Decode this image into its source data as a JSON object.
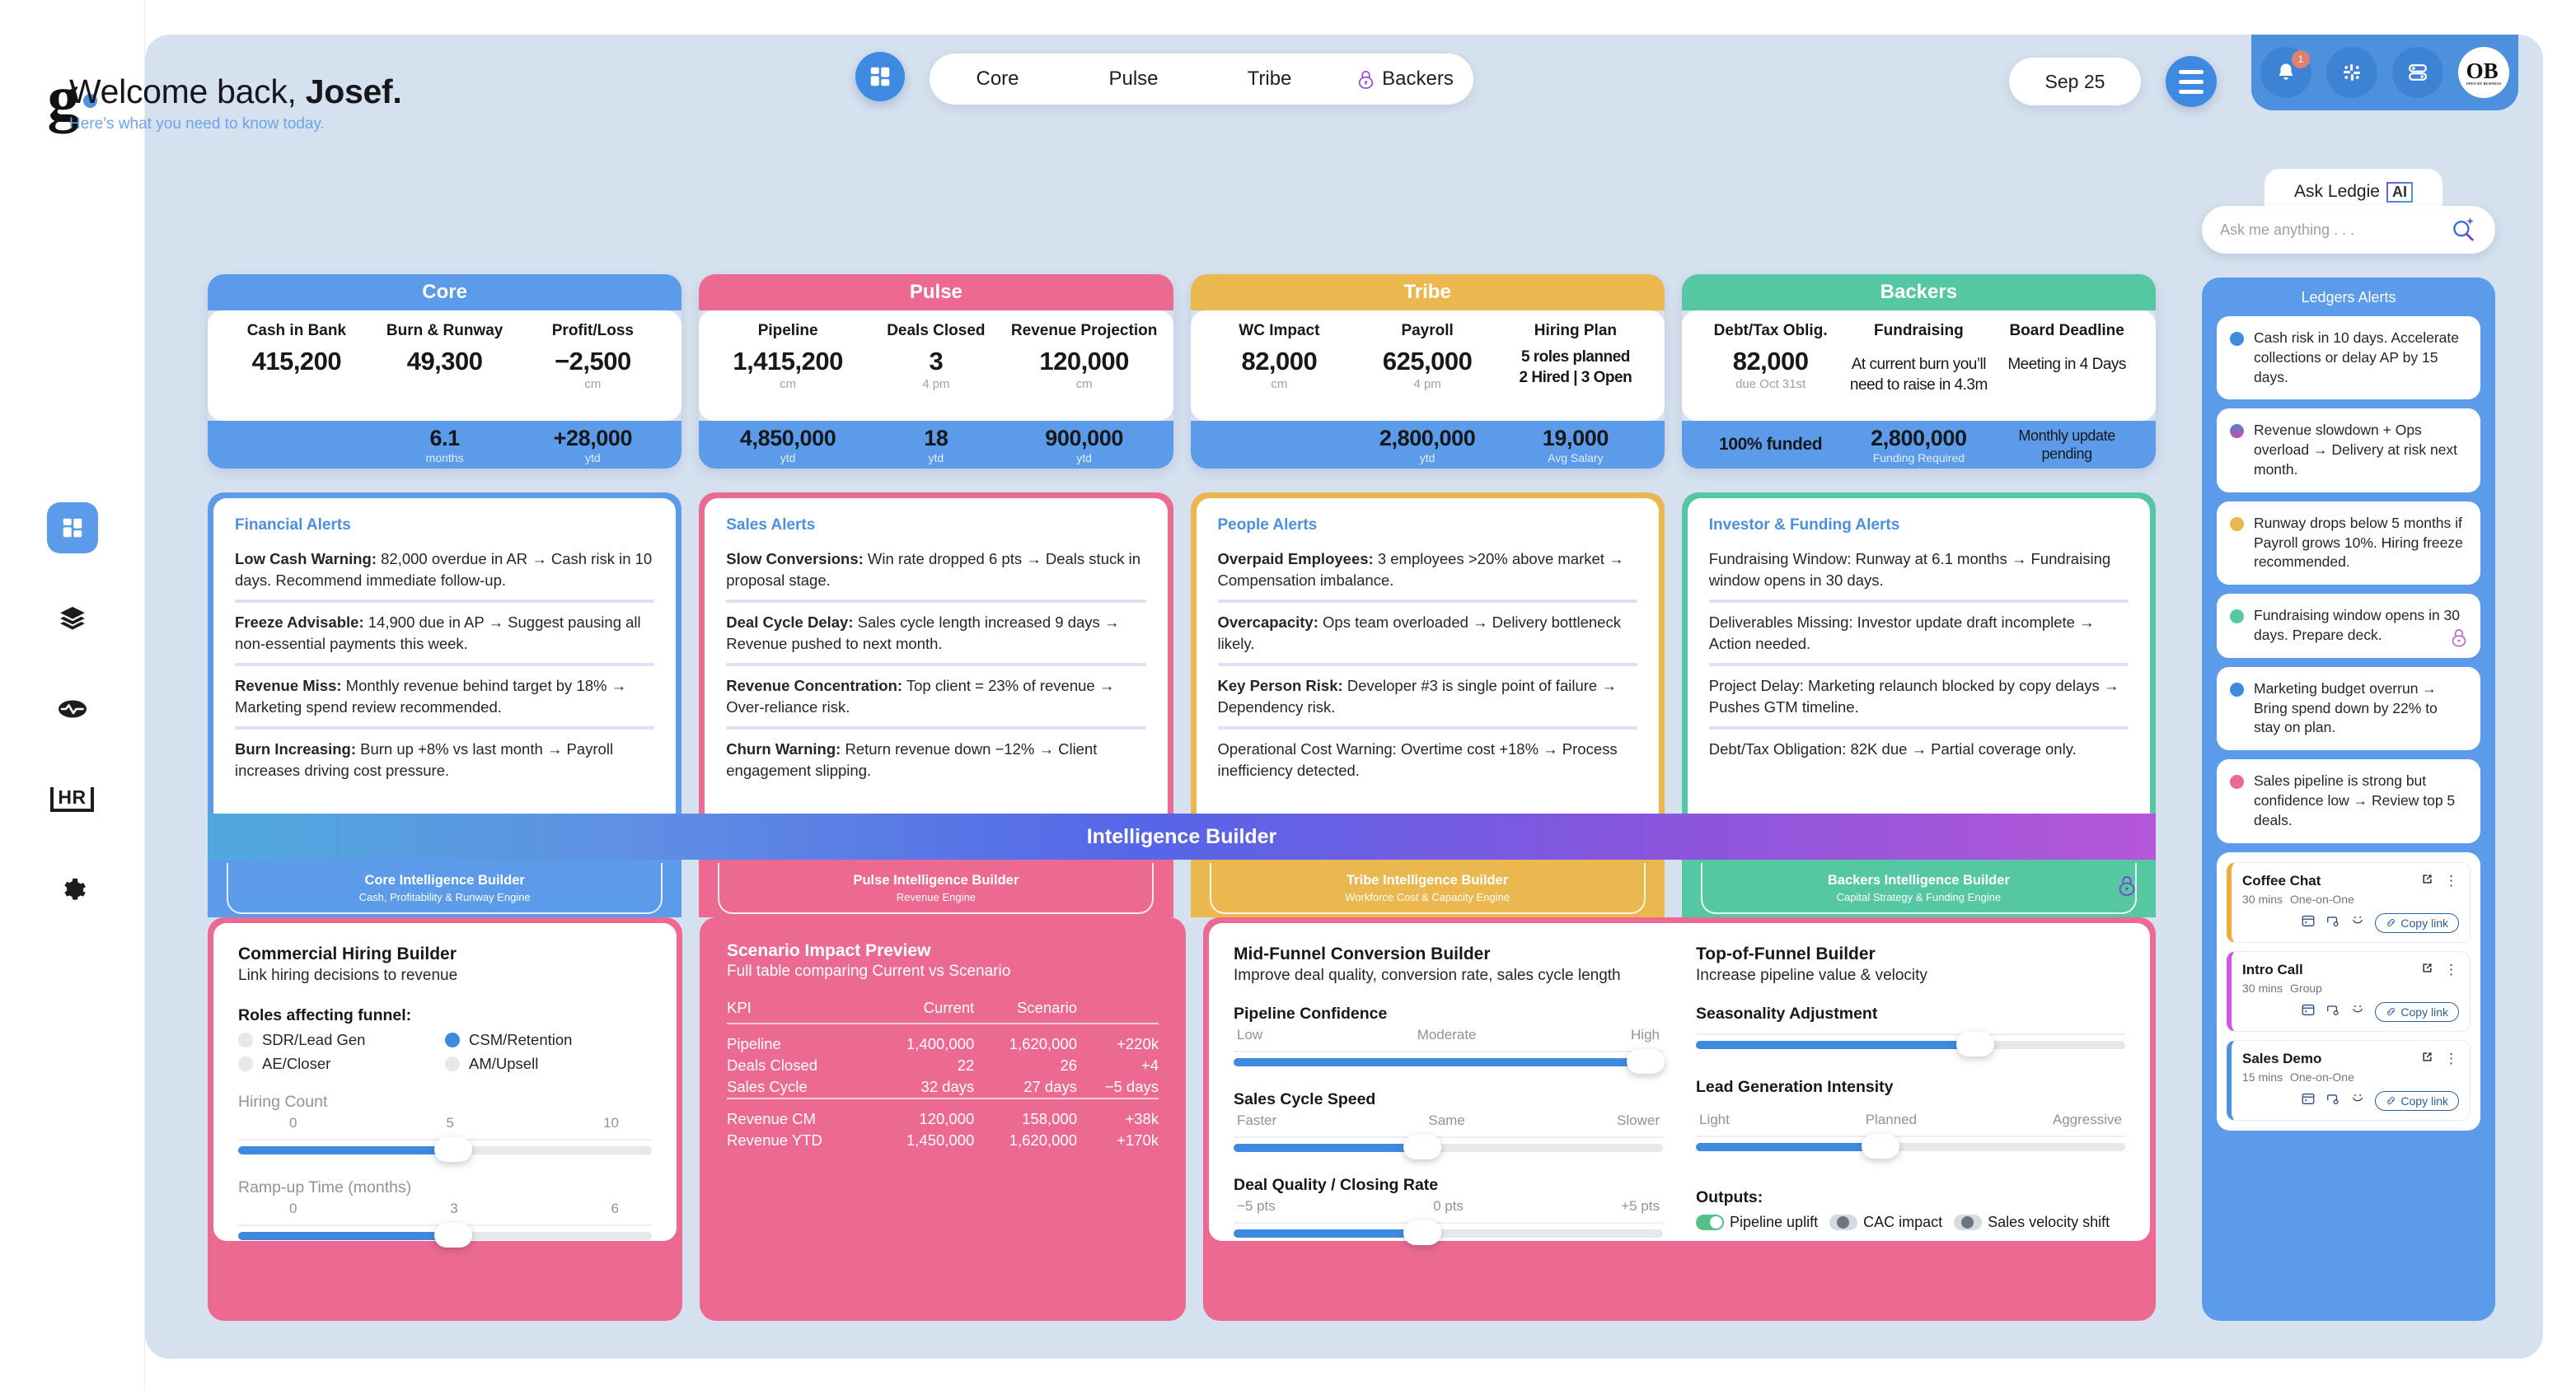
{
  "brand": {
    "logo_letter": "g"
  },
  "rail": {
    "items": [
      {
        "name": "dashboard",
        "icon": "grid-icon",
        "active": true
      },
      {
        "name": "layers",
        "icon": "layers-icon",
        "active": false
      },
      {
        "name": "activity",
        "icon": "activity-icon",
        "active": false
      },
      {
        "name": "hr",
        "icon": "hr-icon",
        "label": "HR",
        "active": false
      },
      {
        "name": "settings",
        "icon": "gear-icon",
        "active": false
      }
    ]
  },
  "header": {
    "welcome_prefix": "Welcome back, ",
    "welcome_name": "Josef.",
    "subtitle": "Here’s what you need to know today.",
    "nav": [
      {
        "label": "Core",
        "icon": null
      },
      {
        "label": "Pulse",
        "icon": null
      },
      {
        "label": "Tribe",
        "icon": null
      },
      {
        "label": "Backers",
        "icon": "lock-icon"
      }
    ],
    "date_label": "Sep 25",
    "utility": [
      {
        "name": "notifications",
        "icon": "bell-icon",
        "badge": "1"
      },
      {
        "name": "slack",
        "icon": "slack-icon",
        "badge": null
      },
      {
        "name": "toggles",
        "icon": "toggle-list-icon",
        "badge": null
      },
      {
        "name": "ob-logo",
        "icon": "ob-logo",
        "badge": null,
        "text": "OB",
        "subtext": "OPEN BY BUSINESS"
      }
    ]
  },
  "kpi_cards": [
    {
      "title": "Core",
      "header_color": "#5b9bea",
      "columns": [
        {
          "label": "Cash in Bank",
          "value": "415,200",
          "sub": "",
          "footer_value": "",
          "footer_sub": ""
        },
        {
          "label": "Burn & Runway",
          "value": "49,300",
          "sub": "",
          "footer_value": "6.1",
          "footer_sub": "months"
        },
        {
          "label": "Profit/Loss",
          "value": "−2,500",
          "sub": "cm",
          "footer_value": "+28,000",
          "footer_sub": "ytd"
        }
      ]
    },
    {
      "title": "Pulse",
      "header_color": "#ec6a92",
      "columns": [
        {
          "label": "Pipeline",
          "value": "1,415,200",
          "sub": "cm",
          "footer_value": "4,850,000",
          "footer_sub": "ytd"
        },
        {
          "label": "Deals Closed",
          "value": "3",
          "sub": "4 pm",
          "footer_value": "18",
          "footer_sub": "ytd"
        },
        {
          "label": "Revenue Projection",
          "value": "120,000",
          "sub": "cm",
          "footer_value": "900,000",
          "footer_sub": "ytd"
        }
      ]
    },
    {
      "title": "Tribe",
      "header_color": "#eab84f",
      "columns": [
        {
          "label": "WC Impact",
          "value": "82,000",
          "sub": "cm",
          "footer_value": "",
          "footer_sub": ""
        },
        {
          "label": "Payroll",
          "value": "625,000",
          "sub": "4 pm",
          "footer_value": "2,800,000",
          "footer_sub": "ytd"
        },
        {
          "label": "Hiring Plan",
          "value": "5 roles planned",
          "value2": "2 Hired | 3 Open",
          "sub": "",
          "footer_value": "19,000",
          "footer_sub": "Avg Salary"
        }
      ]
    },
    {
      "title": "Backers",
      "header_color": "#55c8a3",
      "columns": [
        {
          "label": "Debt/Tax Oblig.",
          "value": "82,000",
          "sub": "due Oct 31st",
          "footer_value": "100% funded",
          "footer_sub": ""
        },
        {
          "label": "Fundraising",
          "value": "At current burn you’ll",
          "value2": "need to raise in 4.3m",
          "sub": "",
          "footer_value": "2,800,000",
          "footer_sub": "Funding Required"
        },
        {
          "label": "Board Deadline",
          "value": "Meeting in 4 Days",
          "sub": "",
          "footer_value": "Monthly update pending",
          "footer_sub": ""
        }
      ]
    }
  ],
  "alert_panels": [
    {
      "title": "Financial Alerts",
      "frame_color": "#5b9bea",
      "items": [
        {
          "bold": "Low Cash Warning:",
          "text": " 82,000 overdue in AR → Cash risk in 10 days. Recommend immediate follow-up."
        },
        {
          "bold": "Freeze Advisable:",
          "text": " 14,900 due in AP → Suggest pausing all non-essential payments this week."
        },
        {
          "bold": "Revenue Miss:",
          "text": " Monthly revenue behind target by 18% → Marketing spend review recommended."
        },
        {
          "bold": "Burn Increasing:",
          "text": " Burn up +8% vs last month → Payroll increases driving cost pressure."
        }
      ]
    },
    {
      "title": "Sales Alerts",
      "frame_color": "#ec6a92",
      "items": [
        {
          "bold": "Slow Conversions:",
          "text": " Win rate dropped 6 pts → Deals stuck in proposal stage."
        },
        {
          "bold": "Deal Cycle Delay:",
          "text": " Sales cycle length increased 9 days → Revenue pushed to next month."
        },
        {
          "bold": "Revenue Concentration:",
          "text": " Top client = 23% of revenue → Over-reliance risk."
        },
        {
          "bold": "Churn Warning:",
          "text": " Return revenue down −12% → Client engagement slipping."
        }
      ]
    },
    {
      "title": "People Alerts",
      "frame_color": "#eab84f",
      "items": [
        {
          "bold": "Overpaid Employees:",
          "text": " 3 employees >20% above market → Compensation imbalance."
        },
        {
          "bold": "Overcapacity:",
          "text": " Ops team overloaded → Delivery bottleneck likely."
        },
        {
          "bold": "Key Person Risk:",
          "text": " Developer #3 is single point of failure → Dependency risk."
        },
        {
          "bold": "",
          "text": "Operational Cost Warning: Overtime cost +18% → Process inefficiency detected."
        }
      ]
    },
    {
      "title": "Investor & Funding Alerts",
      "frame_color": "#55c8a3",
      "items": [
        {
          "bold": "",
          "text": "Fundraising Window: Runway at 6.1 months → Fundraising window opens in 30 days."
        },
        {
          "bold": "",
          "text": "Deliverables Missing: Investor update draft incomplete → Action needed."
        },
        {
          "bold": "",
          "text": "Project Delay: Marketing relaunch blocked by copy delays → Pushes GTM timeline."
        },
        {
          "bold": "",
          "text": "Debt/Tax Obligation: 82K due → Partial coverage only."
        }
      ]
    }
  ],
  "intelligence": {
    "band_title": "Intelligence Builder",
    "chips": [
      {
        "title": "Core Intelligence Builder",
        "subtitle": "Cash, Profitability & Runway Engine",
        "locked": false
      },
      {
        "title": "Pulse Intelligence Builder",
        "subtitle": "Revenue Engine",
        "locked": false
      },
      {
        "title": "Tribe Intelligence Builder",
        "subtitle": "Workforce Cost & Capacity Engine",
        "locked": false
      },
      {
        "title": "Backers Intelligence Builder",
        "subtitle": "Capital Strategy & Funding Engine",
        "locked": true
      }
    ]
  },
  "builders": {
    "hiring": {
      "title": "Commercial Hiring Builder",
      "subtitle": "Link hiring decisions to revenue",
      "roles_label": "Roles affecting funnel:",
      "roles": [
        {
          "label": "SDR/Lead Gen",
          "selected": false
        },
        {
          "label": "CSM/Retention",
          "selected": true
        },
        {
          "label": "AE/Closer",
          "selected": false
        },
        {
          "label": "AM/Upsell",
          "selected": false
        }
      ],
      "sliders": [
        {
          "label": "Hiring Count",
          "label_note": "",
          "ticks": [
            "0",
            "5",
            "10"
          ],
          "value_pct": 52
        },
        {
          "label": "Ramp-up Time ",
          "label_note": "(months)",
          "ticks": [
            "0",
            "3",
            "6"
          ],
          "value_pct": 52
        }
      ]
    },
    "scenario": {
      "title": "Scenario Impact Preview",
      "subtitle": "Full table comparing Current vs Scenario",
      "headers": [
        "KPI",
        "Current",
        "Scenario",
        ""
      ],
      "group1": [
        {
          "kpi": "Pipeline",
          "current": "1,400,000",
          "scenario": "1,620,000",
          "delta": "+220k"
        },
        {
          "kpi": "Deals Closed",
          "current": "22",
          "scenario": "26",
          "delta": "+4"
        },
        {
          "kpi": "Sales Cycle",
          "current": "32 days",
          "scenario": "27 days",
          "delta": "−5 days"
        }
      ],
      "group2": [
        {
          "kpi": "Revenue CM",
          "current": "120,000",
          "scenario": "158,000",
          "delta": "+38k"
        },
        {
          "kpi": "Revenue YTD",
          "current": "1,450,000",
          "scenario": "1,620,000",
          "delta": "+170k"
        }
      ]
    },
    "midfunnel": {
      "title": "Mid-Funnel Conversion Builder",
      "subtitle": "Improve deal quality, conversion rate, sales cycle length",
      "sliders": [
        {
          "label": "Pipeline Confidence",
          "ticks": [
            "Low",
            "Moderate",
            "High"
          ],
          "value_pct": 96
        },
        {
          "label": "Sales Cycle Speed",
          "ticks": [
            "Faster",
            "Same",
            "Slower"
          ],
          "value_pct": 44
        },
        {
          "label": "Deal Quality / Closing Rate",
          "ticks": [
            "−5 pts",
            "0 pts",
            "+5 pts"
          ],
          "value_pct": 44
        }
      ]
    },
    "topfunnel": {
      "title": "Top-of-Funnel Builder",
      "subtitle": "Increase pipeline value & velocity",
      "sliders": [
        {
          "label": "Seasonality Adjustment",
          "ticks": [],
          "value_pct": 65
        },
        {
          "label": "Lead Generation Intensity",
          "ticks": [
            "Light",
            "Planned",
            "Aggressive"
          ],
          "value_pct": 43
        }
      ],
      "outputs_label": "Outputs:",
      "outputs": [
        {
          "label": "Pipeline uplift",
          "state": "on"
        },
        {
          "label": "CAC impact",
          "state": "mid"
        },
        {
          "label": "Sales velocity shift",
          "state": "mid"
        }
      ]
    }
  },
  "sidebar": {
    "ask_title": "Ask Ledgie",
    "ask_chip": "AI",
    "search_placeholder": "Ask me anything . . .",
    "ledgers_title": "Ledgers Alerts",
    "alerts": [
      {
        "color": "#3e8ae0",
        "text": "Cash risk in 10 days. Accelerate collections or delay AP by 15 days.",
        "locked": false
      },
      {
        "color": "#9a5fc6",
        "text": "Revenue slowdown + Ops overload → Delivery at risk next month.",
        "locked": false
      },
      {
        "color": "#eab84f",
        "text": "Runway drops below 5 months if Payroll grows 10%. Hiring freeze recommended.",
        "locked": false
      },
      {
        "color": "#55c8a3",
        "text": "Fundraising window opens in 30 days. Prepare deck.",
        "locked": true
      },
      {
        "color": "#3e8ae0",
        "text": "Marketing budget overrun → Bring spend down by 22% to stay on plan.",
        "locked": false
      },
      {
        "color": "#ec6a92",
        "text": "Sales pipeline is strong but confidence low → Review top 5 deals.",
        "locked": false
      }
    ],
    "meetings": [
      {
        "title": "Coffee Chat",
        "duration": "30 mins",
        "type": "One-on-One",
        "accent": "#eeab3c",
        "copy_label": "Copy link"
      },
      {
        "title": "Intro Call",
        "duration": "30 mins",
        "type": "Group",
        "accent": "#d455e8",
        "copy_label": "Copy link"
      },
      {
        "title": "Sales Demo",
        "duration": "15 mins",
        "type": "One-on-One",
        "accent": "#4e93e0",
        "copy_label": "Copy link"
      }
    ]
  }
}
